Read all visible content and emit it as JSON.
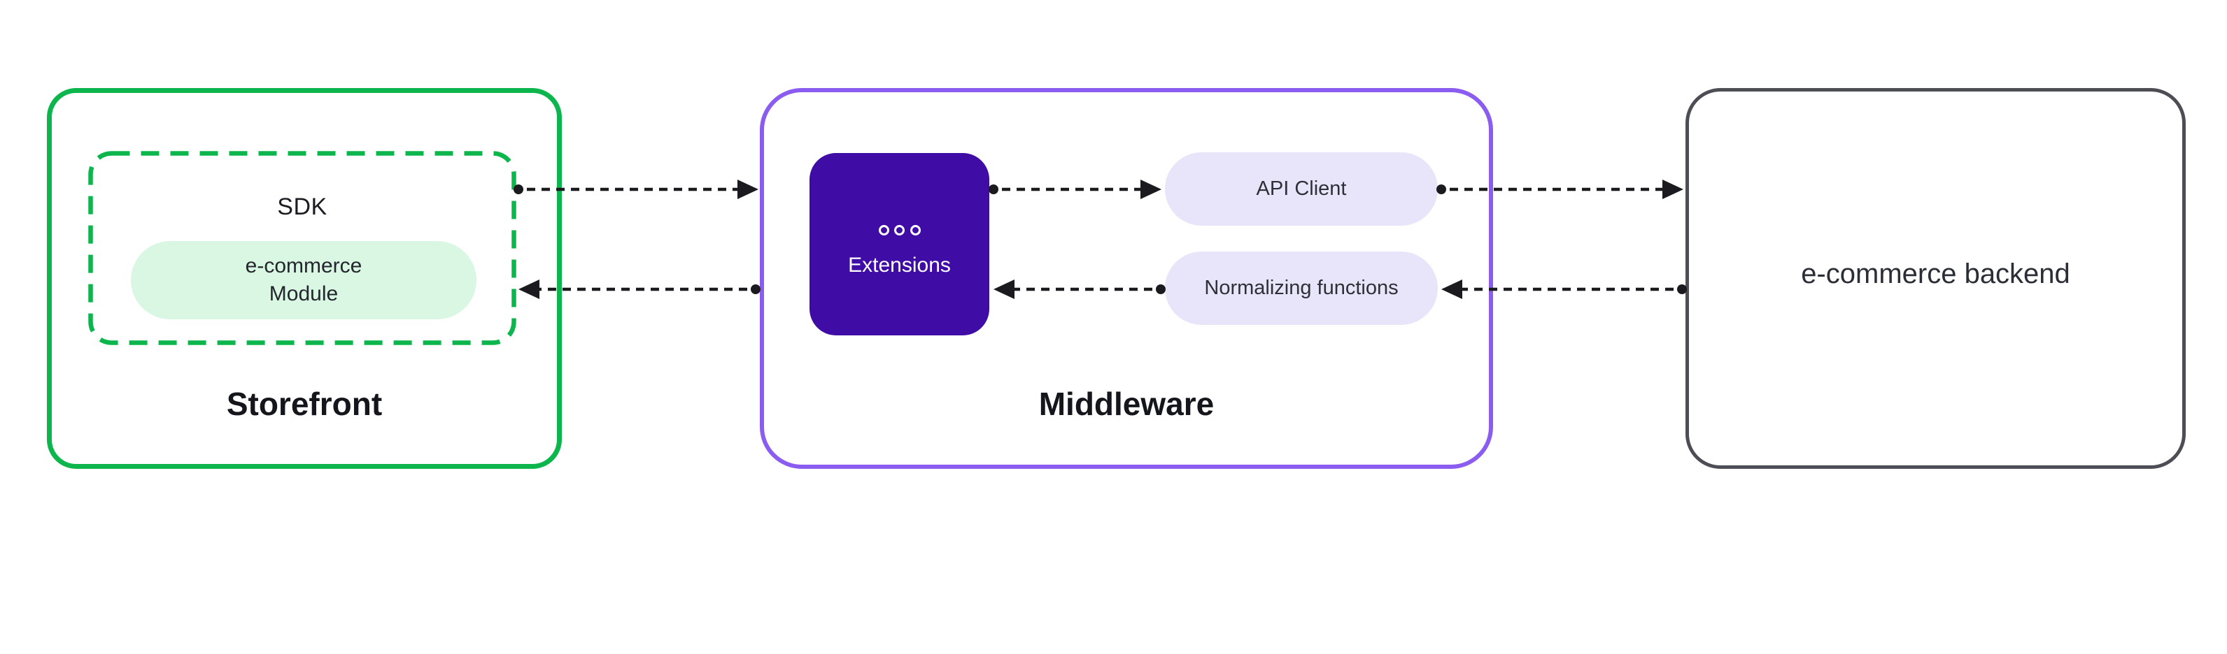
{
  "storefront": {
    "title": "Storefront",
    "sdk": {
      "label": "SDK",
      "module": {
        "line1": "e-commerce",
        "line2": "Module"
      }
    }
  },
  "middleware": {
    "title": "Middleware",
    "extensions": {
      "label": "Extensions"
    },
    "api_client": {
      "label": "API Client"
    },
    "normalizing": {
      "label": "Normalizing functions"
    }
  },
  "backend": {
    "title": "e-commerce backend"
  },
  "colors": {
    "storefront_border_green": "#0CB64C",
    "module_fill_light_green": "#D9F7E3",
    "middleware_border_purple": "#8A5CF0",
    "extensions_fill_dark_purple": "#3F0CA5",
    "pill_fill_lavender": "#E8E5FA",
    "backend_border_gray": "#4D4D56",
    "connector_black": "#1B1B1F"
  },
  "connections": [
    {
      "from": "SDK",
      "to": "Middleware",
      "direction": "right"
    },
    {
      "from": "Extensions",
      "to": "API Client",
      "direction": "right"
    },
    {
      "from": "API Client",
      "to": "e-commerce backend",
      "direction": "right"
    },
    {
      "from": "e-commerce backend",
      "to": "Normalizing functions",
      "direction": "left"
    },
    {
      "from": "Normalizing functions",
      "to": "Extensions",
      "direction": "left"
    },
    {
      "from": "Middleware",
      "to": "SDK",
      "direction": "left"
    }
  ]
}
